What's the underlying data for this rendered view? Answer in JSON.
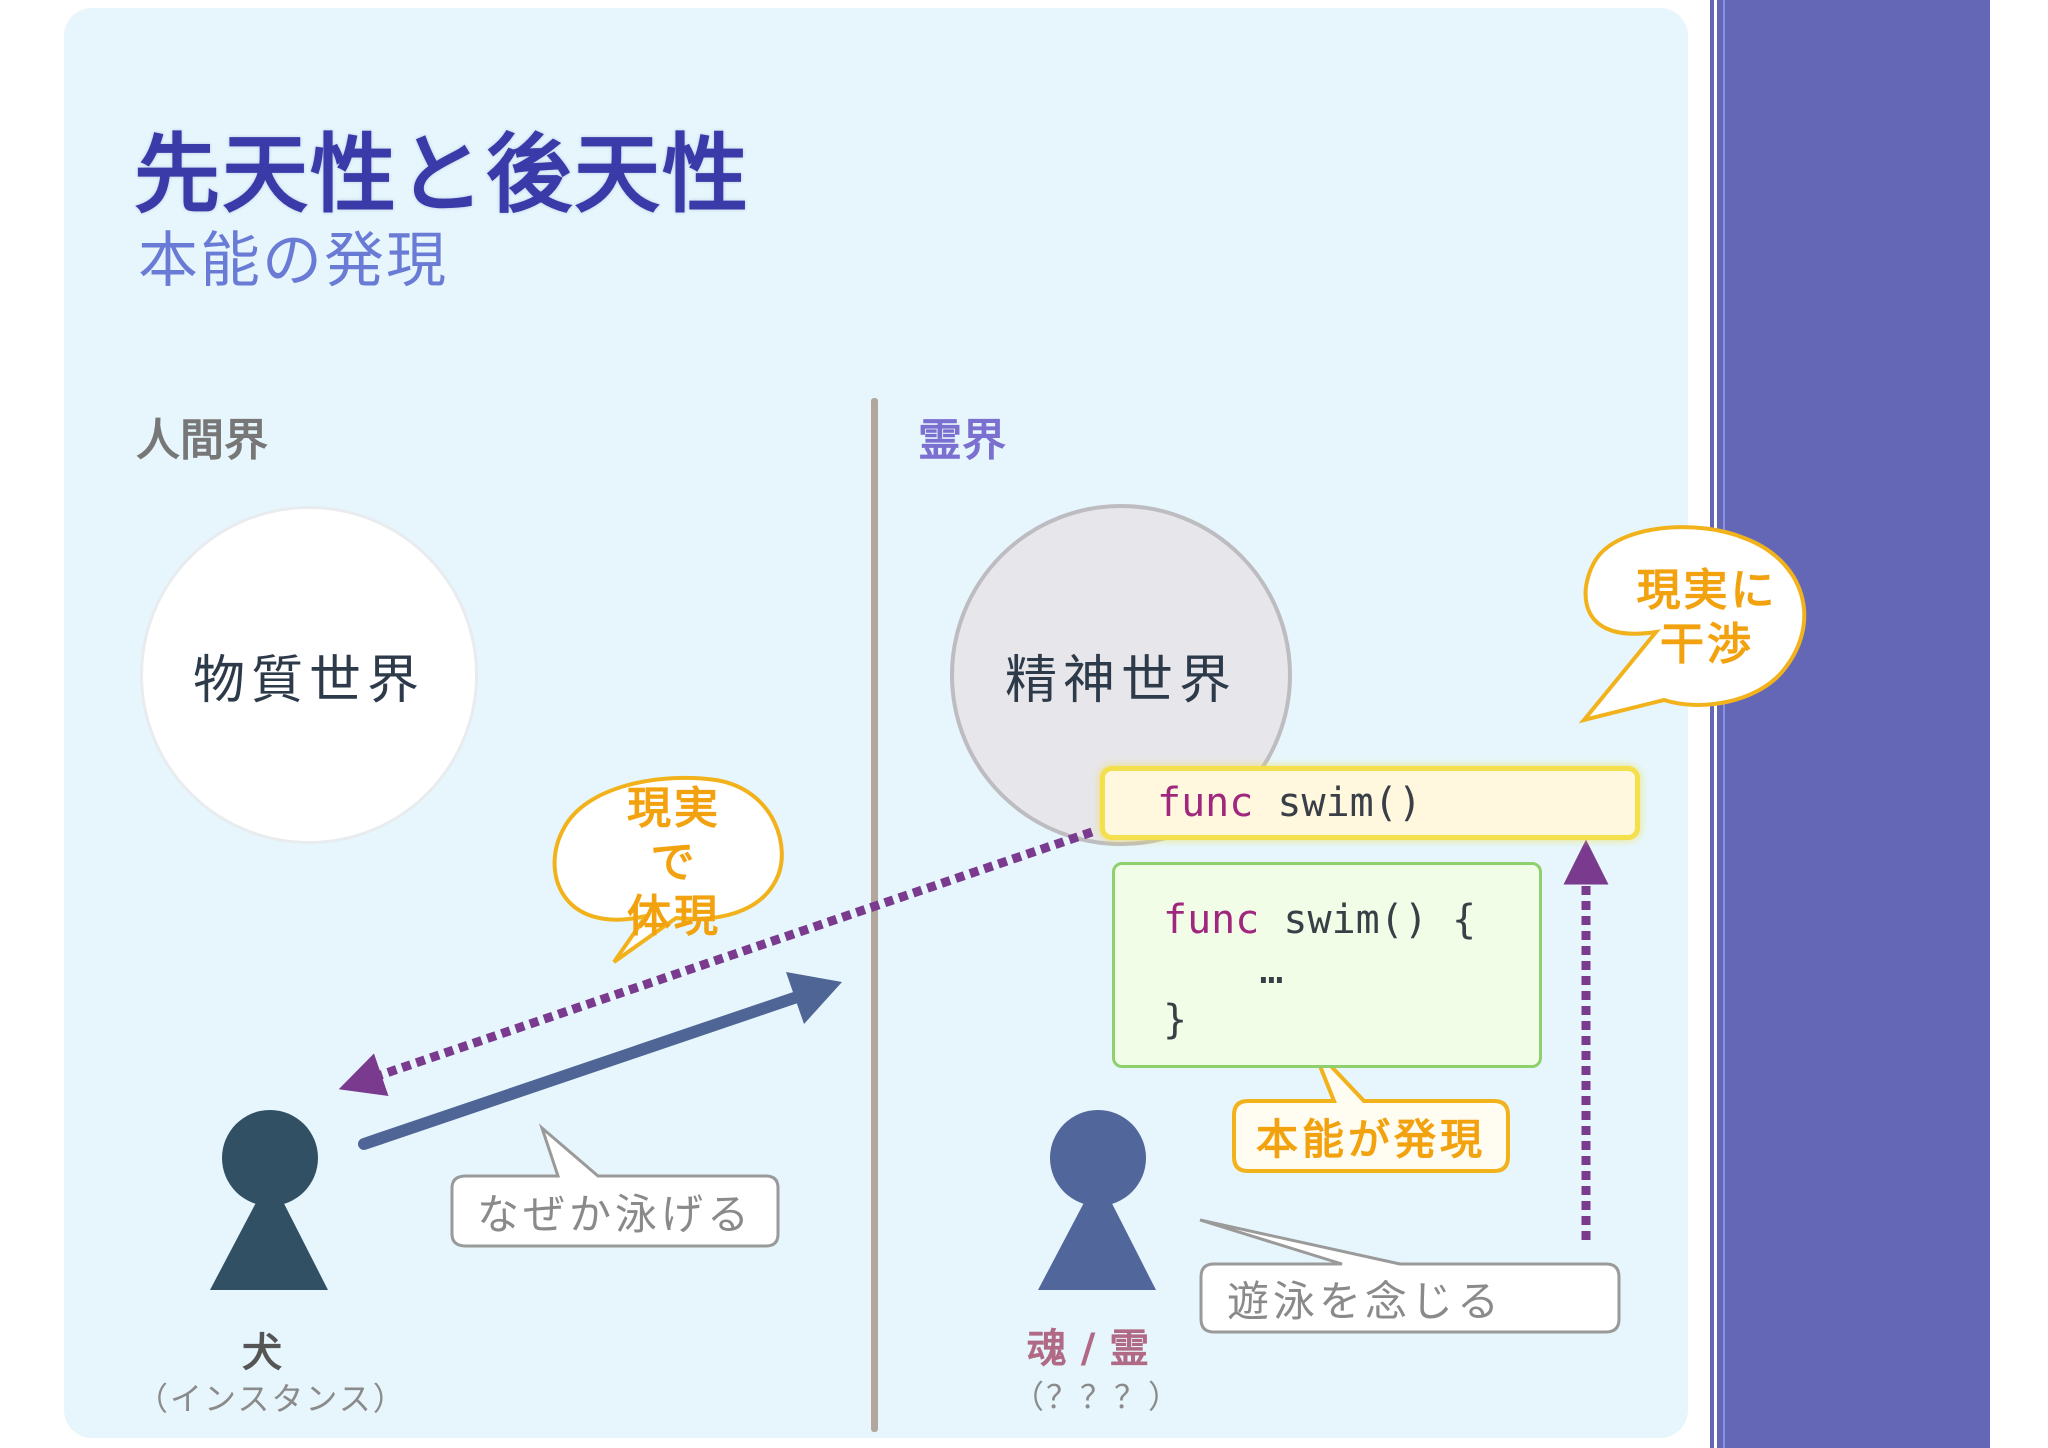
{
  "slide": {
    "title": "先天性と後天性",
    "subtitle": "本能の発現"
  },
  "regions": {
    "human": "人間界",
    "spirit": "霊界"
  },
  "worlds": {
    "physical": "物質世界",
    "spiritual": "精神世界"
  },
  "code": {
    "keyword": "func",
    "signature_rest": " swim()",
    "body_line1_rest": " swim() {",
    "body_line2": "    …",
    "body_line3": "}"
  },
  "bubbles": {
    "embody_line1": "現実で",
    "embody_line2": "体現",
    "interfere_line1": "現実に",
    "interfere_line2": "干渉",
    "can_swim": "なぜか泳げる",
    "think_swim": "遊泳を念じる",
    "instinct": "本能が発現"
  },
  "figures": {
    "dog_name": "犬",
    "dog_sub": "（インスタンス）",
    "soul_name": "魂 / 霊",
    "soul_sub": "（？？？）"
  },
  "colors": {
    "band": "#6367b5",
    "title": "#3a3aa8",
    "subtitle": "#6a7bd6",
    "accent_orange": "#f2a20f",
    "arrow_purple": "#7a3a8e",
    "arrow_blue": "#4e6595",
    "dog": "#325064",
    "soul": "#51669a"
  }
}
